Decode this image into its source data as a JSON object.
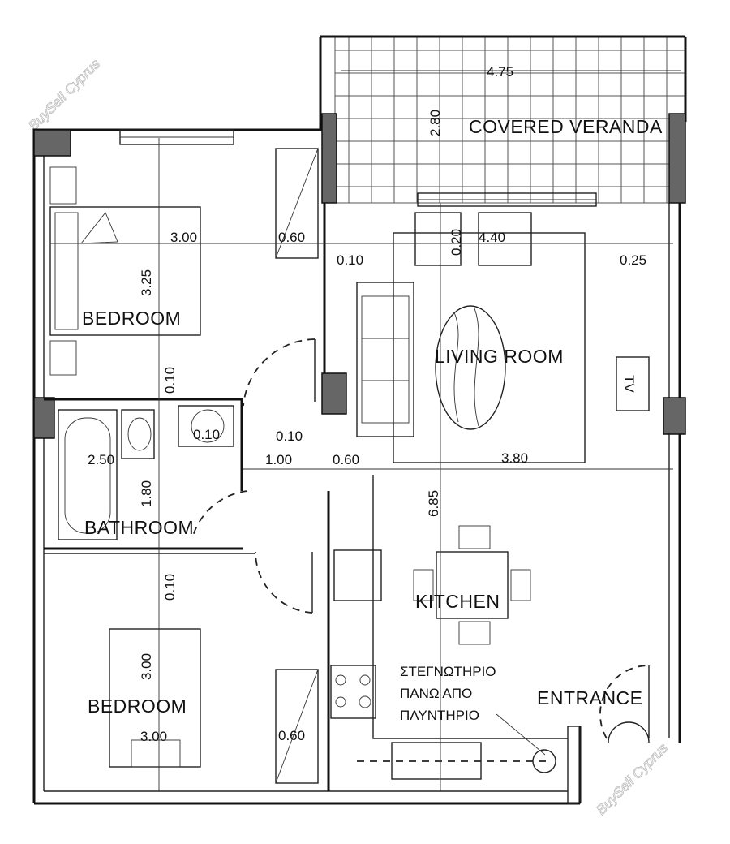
{
  "watermark": {
    "text": "BuySell Cyprus"
  },
  "rooms": {
    "veranda": "COVERED VERANDA",
    "bedroom_top": "BEDROOM",
    "living": "LIVING ROOM",
    "bathroom": "BATHROOM",
    "kitchen": "KITCHEN",
    "bedroom_bottom": "BEDROOM",
    "entrance": "ENTRANCE",
    "tv": "TV"
  },
  "notes": {
    "dryer": [
      "ΣΤΕΓΝΩΤΗΡΙΟ",
      "ΠΑΝΩ ΑΠΟ",
      "ΠΛΥΝΤΗΡΙΟ"
    ]
  },
  "dimensions": {
    "veranda_w": "4.75",
    "veranda_h": "2.80",
    "bed1_w": "3.00",
    "bed1_h": "3.25",
    "bed1_closet": "0.60",
    "bed1_wall": "0.10",
    "living_top": "0.20",
    "living_w": "4.40",
    "living_left": "0.10",
    "living_right": "0.25",
    "bath_basin": "0.10",
    "bath_w": "2.50",
    "bath_h": "1.80",
    "hall_wall": "0.10",
    "hall_w": "1.00",
    "hall_gap": "0.60",
    "living_bottom_w": "3.80",
    "living_h": "6.85",
    "bed2_wall": "0.10",
    "bed2_h": "3.00",
    "bed2_w": "3.00",
    "bed2_closet": "0.60"
  }
}
